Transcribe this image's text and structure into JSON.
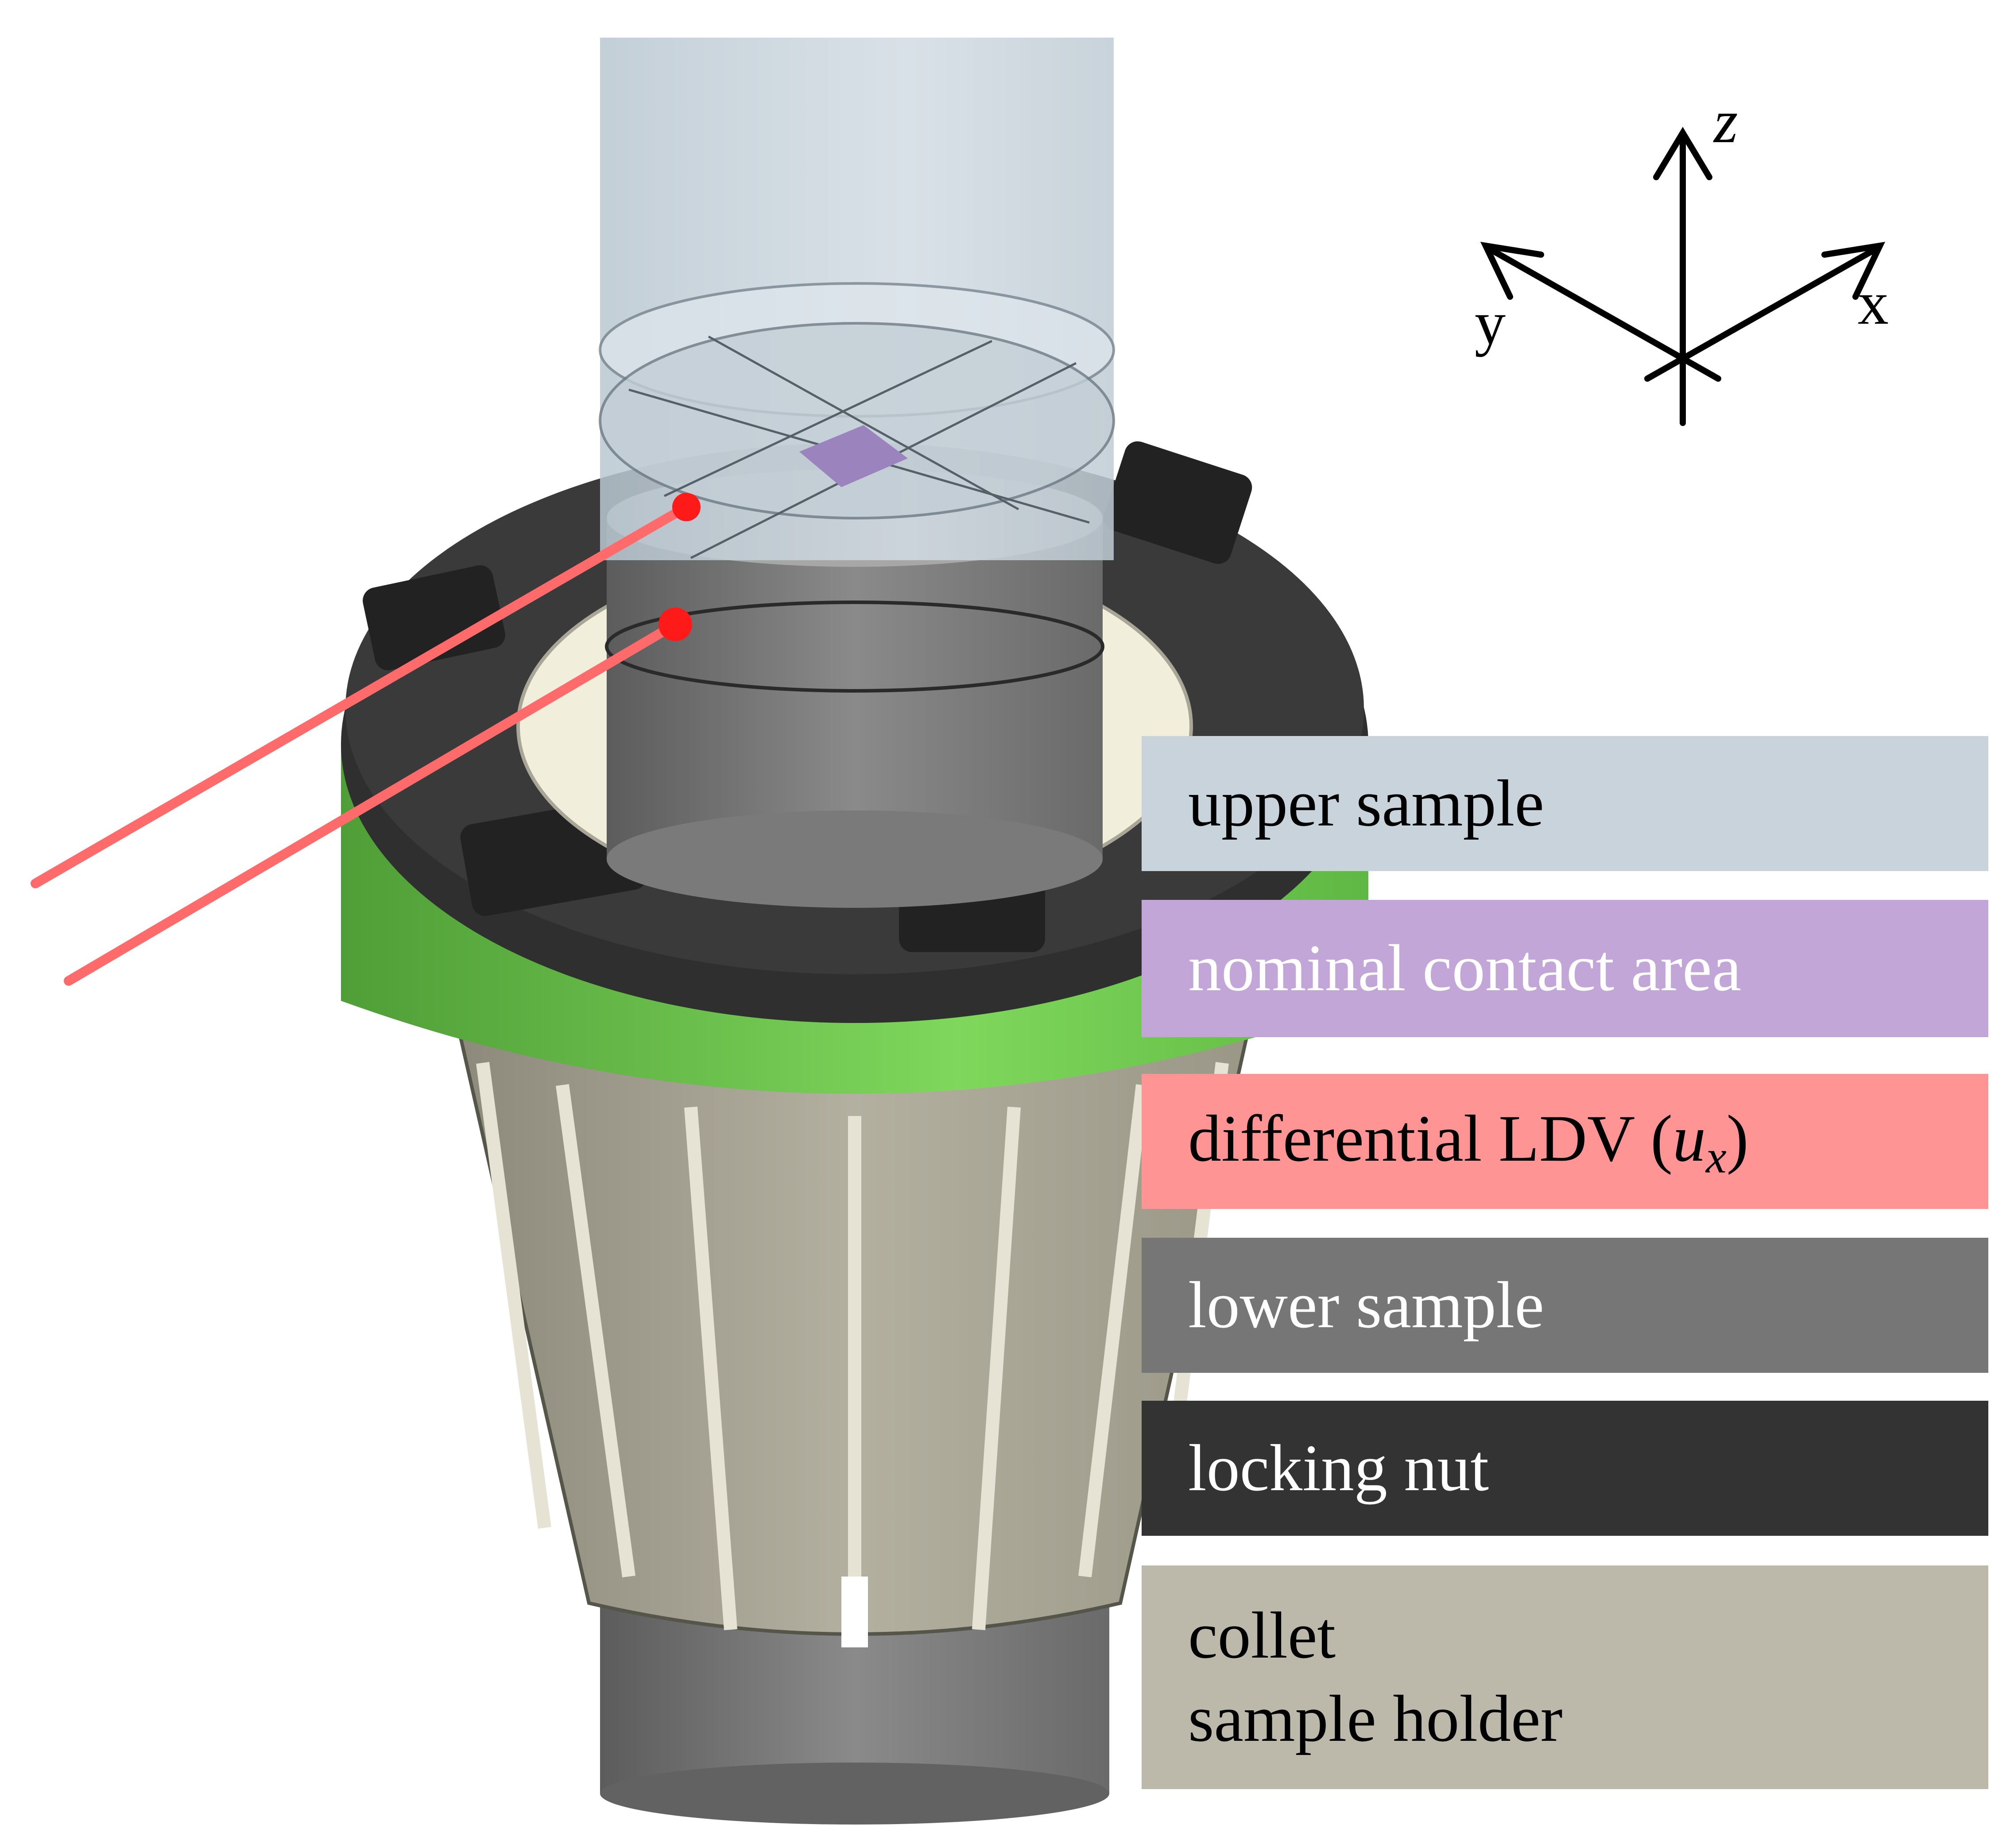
{
  "axes": {
    "z_label": "z",
    "x_label": "x",
    "y_label": "y"
  },
  "legend": {
    "upper_sample": {
      "label": "upper sample",
      "color": "#c8d3dc",
      "text_color": "#000000"
    },
    "nominal_contact_area": {
      "label": "nominal contact area",
      "color": "#c2a6d8",
      "text_color": "#ffffff"
    },
    "differential_ldv": {
      "label_prefix": "differential LDV (",
      "var": "u",
      "sub": "x",
      "label_suffix": ")",
      "color": "#ff9494",
      "text_color": "#000000"
    },
    "lower_sample": {
      "label": "lower sample",
      "color": "#767676",
      "text_color": "#ffffff"
    },
    "locking_nut": {
      "label": "locking nut",
      "color": "#333333",
      "text_color": "#ffffff"
    },
    "collet": {
      "label_line1": "collet",
      "label_line2": "sample holder",
      "color": "#bcb9aa",
      "text_color": "#000000"
    }
  },
  "colors": {
    "upper_sample": "#c8d3dc",
    "contact_area": "#9b84bd",
    "laser": "#ff6b6b",
    "laser_spot": "#ff1a1a",
    "lower_sample": "#7a7a7a",
    "locking_nut": "#333333",
    "green_ring": "#6ccb4f",
    "collet": "#a8a596",
    "insert": "#f2eedc"
  }
}
